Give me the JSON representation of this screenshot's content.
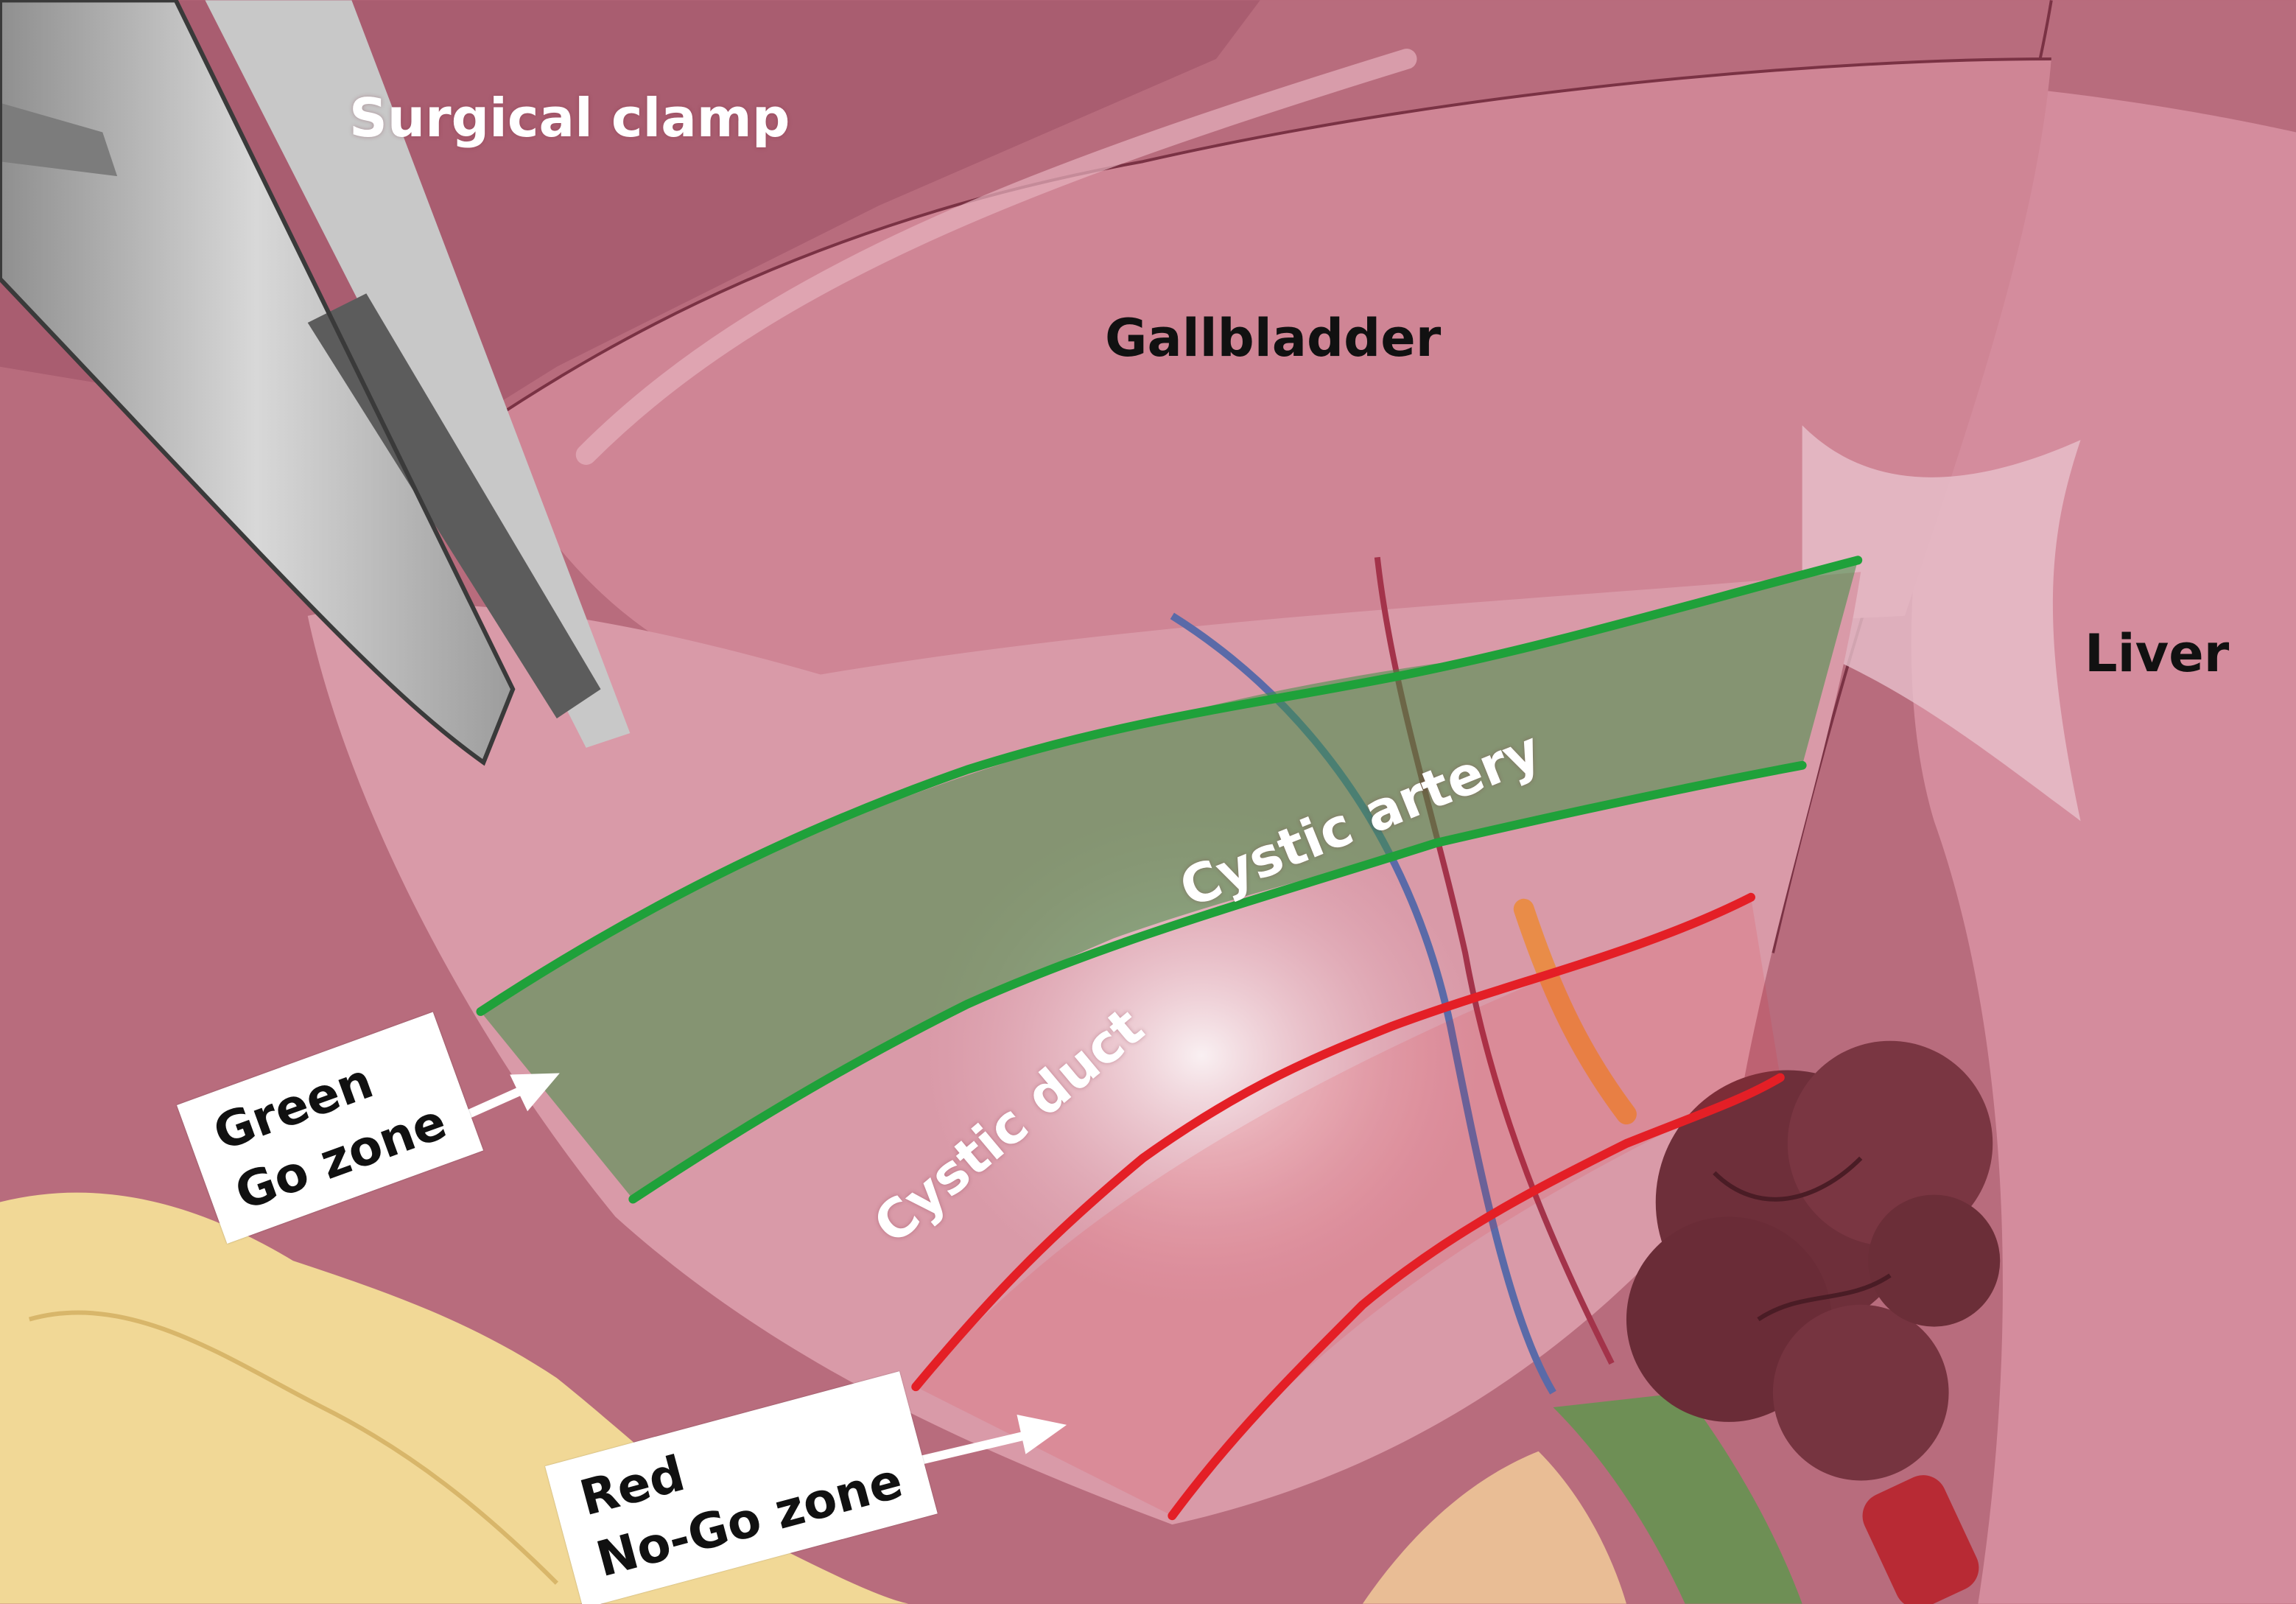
{
  "labels": {
    "clamp": "Surgical clamp",
    "gallbladder": "Gallbladder",
    "liver": "Liver",
    "artery": "Cystic artery",
    "duct": "Cystic duct"
  },
  "green_box": {
    "line1": "Green",
    "line2": "Go zone"
  },
  "red_box": {
    "line1": "Red",
    "line2": "No-Go zone"
  },
  "colors": {
    "tissue": "#c77a8b",
    "gallbladder": "#cf8797",
    "liver": "#d28a9c",
    "fat": "#f1d896",
    "green_zone": "#3f8f45",
    "green_line": "#1fa13a",
    "red_line": "#e41f26",
    "instrument": "#bdbdbd"
  }
}
